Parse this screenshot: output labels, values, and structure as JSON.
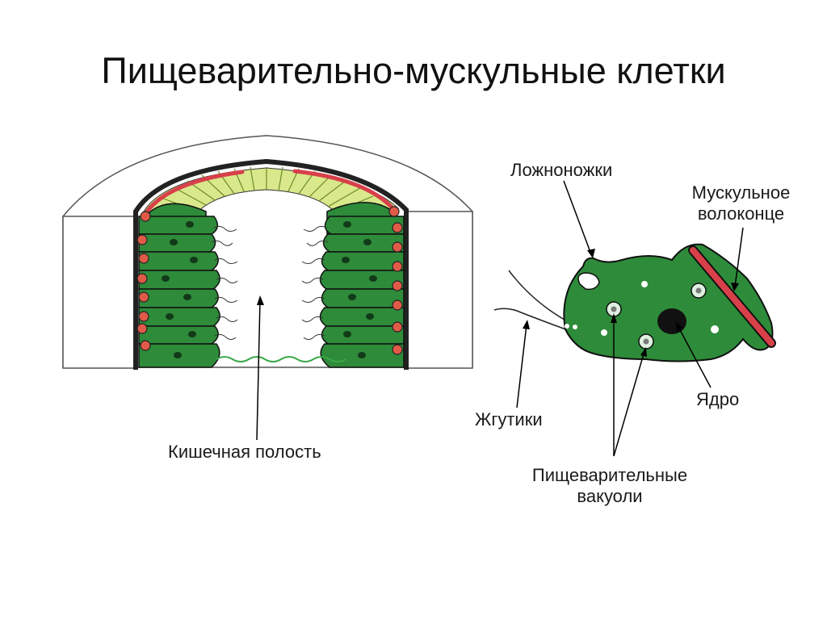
{
  "slide": {
    "title": "Пищеварительно-мускульные клетки"
  },
  "labels": {
    "intestinal_cavity": "Кишечная полость",
    "pseudopods": "Ложноножки",
    "muscle_fiber_line1": "Мускульное",
    "muscle_fiber_line2": "волоконце",
    "flagella": "Жгутики",
    "nucleus": "Ядро",
    "vacuoles_line1": "Пищеварительные",
    "vacuoles_line2": "вакуоли"
  },
  "colors": {
    "cell_green": "#2e8b3a",
    "cell_dark": "#1f5e28",
    "muscle_red": "#d8404a",
    "mesoglea_yellow": "#d9e88a",
    "outline": "#111111"
  }
}
